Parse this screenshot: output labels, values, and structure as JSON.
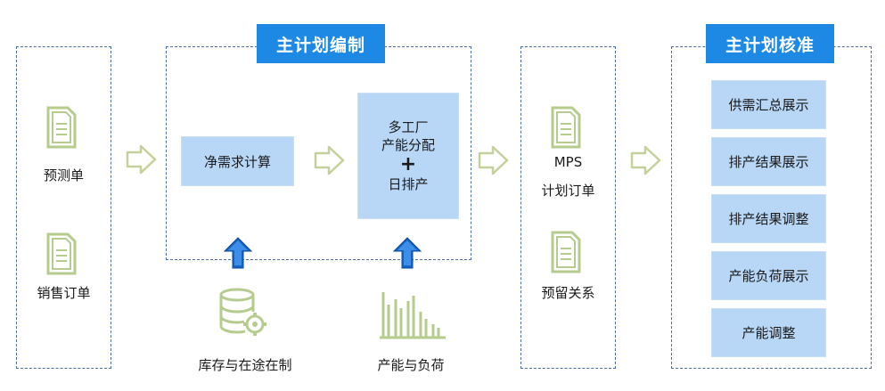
{
  "sections": {
    "planning_title": "主计划编制",
    "approval_title": "主计划核准"
  },
  "inputs": {
    "forecast_order": "预测单",
    "sales_order": "销售订单"
  },
  "planning": {
    "net_requirement": "净需求计算",
    "multi_plant_line1": "多工厂",
    "multi_plant_line2": "产能分配",
    "plus": "+",
    "daily_scheduling": "日排产",
    "inventory_wip": "库存与在途在制",
    "capacity_load": "产能与负荷"
  },
  "mps": {
    "line1": "MPS",
    "line2": "计划订单",
    "reservation": "预留关系"
  },
  "approval": {
    "items": [
      "供需汇总展示",
      "排产结果展示",
      "排产结果调整",
      "产能负荷展示",
      "产能调整"
    ]
  },
  "colors": {
    "tab_blue": "#1e88e5",
    "box_blue": "#b8d7f7",
    "icon_green": "#b5cc8e",
    "arrow_outline": "#c4d19a",
    "up_arrow_blue": "#1565c0"
  }
}
